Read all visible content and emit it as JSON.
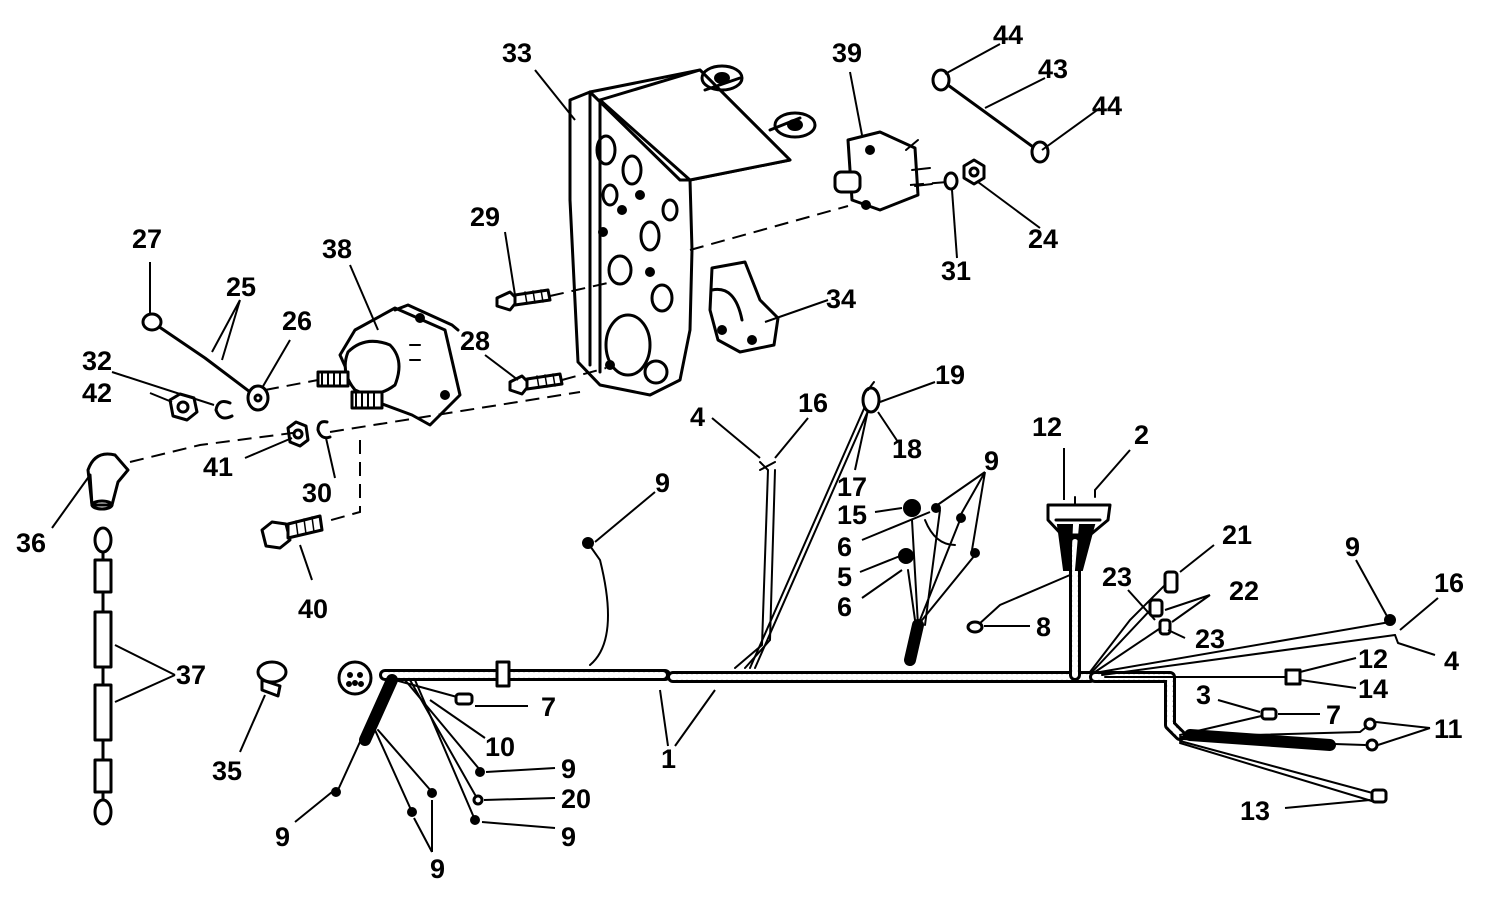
{
  "callouts": {
    "c1": "1",
    "c2": "2",
    "c3": "3",
    "c4a": "4",
    "c4b": "4",
    "c5": "5",
    "c6a": "6",
    "c6b": "6",
    "c7a": "7",
    "c7b": "7",
    "c8": "8",
    "c9a": "9",
    "c9b": "9",
    "c9c": "9",
    "c9d": "9",
    "c9e": "9",
    "c9f": "9",
    "c9g": "9",
    "c10": "10",
    "c11": "11",
    "c12a": "12",
    "c12b": "12",
    "c13": "13",
    "c14": "14",
    "c15": "15",
    "c16a": "16",
    "c16b": "16",
    "c17": "17",
    "c18": "18",
    "c19": "19",
    "c20": "20",
    "c21": "21",
    "c22": "22",
    "c23a": "23",
    "c23b": "23",
    "c24": "24",
    "c25": "25",
    "c26": "26",
    "c27": "27",
    "c28": "28",
    "c29": "29",
    "c30": "30",
    "c31": "31",
    "c32": "32",
    "c33": "33",
    "c34": "34",
    "c35": "35",
    "c36": "36",
    "c37": "37",
    "c38": "38",
    "c39": "39",
    "c40": "40",
    "c41": "41",
    "c42": "42",
    "c43": "43",
    "c44a": "44",
    "c44b": "44"
  }
}
